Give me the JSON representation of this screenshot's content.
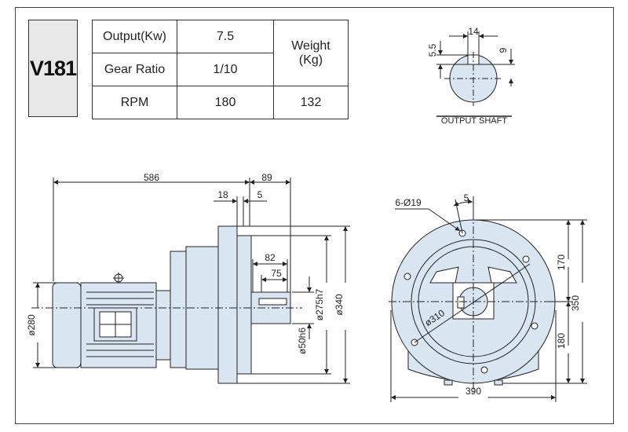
{
  "model": "V181",
  "spec": {
    "output_label": "Output(Kw)",
    "output_value": "7.5",
    "ratio_label": "Gear  Ratio",
    "ratio_value": "1/10",
    "rpm_label": "RPM",
    "rpm_value": "180",
    "weight_label_1": "Weight",
    "weight_label_2": "(Kg)",
    "weight_value": "132"
  },
  "shaft": {
    "caption": "OUTPUT SHAFT",
    "dim_width": "14",
    "dim_55": "5.5",
    "dim_9": "9"
  },
  "side_view": {
    "dim_586": "586",
    "dim_89": "89",
    "dim_18": "18",
    "dim_5": "5",
    "dim_82": "82",
    "dim_75": "75",
    "dim_280": "ø280",
    "dim_50h6": "ø50h6",
    "dim_275h7": "ø275h7",
    "dim_340": "ø340"
  },
  "front_view": {
    "holes": "6-Ø19",
    "dim_5": "5",
    "dim_310": "ø310",
    "dim_170": "170",
    "dim_180": "180",
    "dim_350": "350",
    "dim_390": "390"
  },
  "colors": {
    "body_fill": "#d9e6f1",
    "line": "#222222",
    "model_bg": "#e8e8e8"
  }
}
